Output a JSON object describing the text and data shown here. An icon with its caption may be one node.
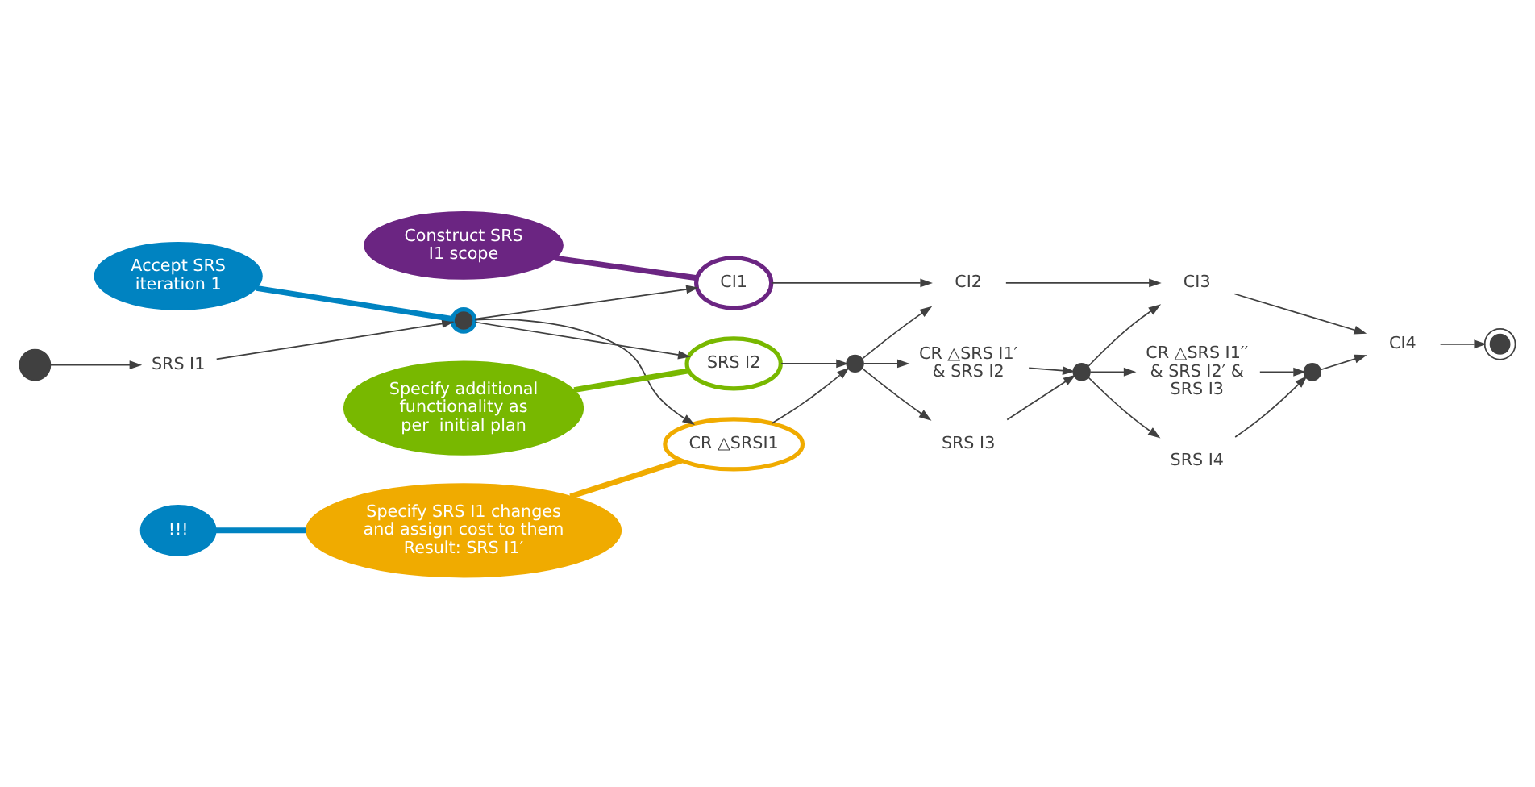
{
  "diagram": {
    "nodes": [
      {
        "text": [],
        "shape": "circle"
      },
      {
        "text": [
          "SRS I1"
        ]
      },
      {
        "text": [],
        "shape": "circle"
      },
      {
        "text": [
          "CR △SRSI1"
        ]
      },
      {
        "text": [
          "SRS I2"
        ]
      },
      {
        "text": [
          "CI1"
        ]
      },
      {
        "text": [],
        "shape": "circle"
      },
      {
        "text": [
          "CR △SRS I1′ & SRS I2"
        ]
      },
      {
        "text": [
          "SRS I3"
        ]
      },
      {
        "text": [
          "CI2"
        ]
      },
      {
        "text": [],
        "shape": "circle"
      },
      {
        "text": [
          "CR △SRS I1′′ & SRS I2′ & SRS I3"
        ]
      },
      {
        "text": [
          "SRS I4"
        ]
      },
      {
        "text": [
          "CI3"
        ]
      },
      {
        "text": [],
        "shape": "circle"
      },
      {
        "text": [
          "CI4"
        ]
      },
      {
        "text": [],
        "shape": "circle"
      },
      {
        "text": [
          "Accept SRS iteration 1"
        ]
      },
      {
        "text": [
          "Construct SRS I1 scope"
        ]
      },
      {
        "text": [
          "Specify additional functionality as per  initial plan"
        ]
      },
      {
        "text": [
          "Specify SRS I1 changes and assign cost to them Result: SRS I1′"
        ]
      },
      {
        "text": [
          "!!!"
        ]
      }
    ],
    "edges": [
      {
        "from": 0,
        "to": 1,
        "arrow": "to"
      },
      {
        "from": 1,
        "to": 2,
        "arrow": "to"
      },
      {
        "from": 2,
        "to": 3,
        "arrow": "to"
      },
      {
        "from": 2,
        "to": 4,
        "arrow": "to"
      },
      {
        "from": 2,
        "to": 5,
        "arrow": "to"
      },
      {
        "from": 3,
        "to": 6,
        "arrow": "to"
      },
      {
        "from": 4,
        "to": 6,
        "arrow": "to"
      },
      {
        "from": 6,
        "to": 7,
        "arrow": "to"
      },
      {
        "from": 6,
        "to": 8,
        "arrow": "to"
      },
      {
        "from": 6,
        "to": 9,
        "arrow": "to"
      },
      {
        "from": 5,
        "to": 9,
        "arrow": "to"
      },
      {
        "from": 7,
        "to": 10,
        "arrow": "to"
      },
      {
        "from": 8,
        "to": 10,
        "arrow": "to"
      },
      {
        "from": 10,
        "to": 11,
        "arrow": "to"
      },
      {
        "from": 10,
        "to": 12,
        "arrow": "to"
      },
      {
        "from": 10,
        "to": 13,
        "arrow": "to"
      },
      {
        "from": 9,
        "to": 13,
        "arrow": "to"
      },
      {
        "from": 11,
        "to": 14,
        "arrow": "to"
      },
      {
        "from": 12,
        "to": 14,
        "arrow": "to"
      },
      {
        "from": 14,
        "to": 15,
        "arrow": "to"
      },
      {
        "from": 13,
        "to": 15,
        "arrow": "to"
      },
      {
        "from": 15,
        "to": 16,
        "arrow": "to"
      },
      {
        "from": 17,
        "to": 2,
        "arrow": "none",
        "style": "thick",
        "color": "#0083c1"
      },
      {
        "from": 18,
        "to": 5,
        "arrow": "none",
        "style": "thick",
        "color": "#6b2582"
      },
      {
        "from": 19,
        "to": 4,
        "arrow": "none",
        "style": "thick",
        "color": "#78b800"
      },
      {
        "from": 20,
        "to": 3,
        "arrow": "none",
        "style": "thick",
        "color": "#f0ab00"
      },
      {
        "from": 21,
        "to": 20,
        "arrow": "none",
        "style": "thick",
        "color": "#0083c1"
      }
    ]
  }
}
